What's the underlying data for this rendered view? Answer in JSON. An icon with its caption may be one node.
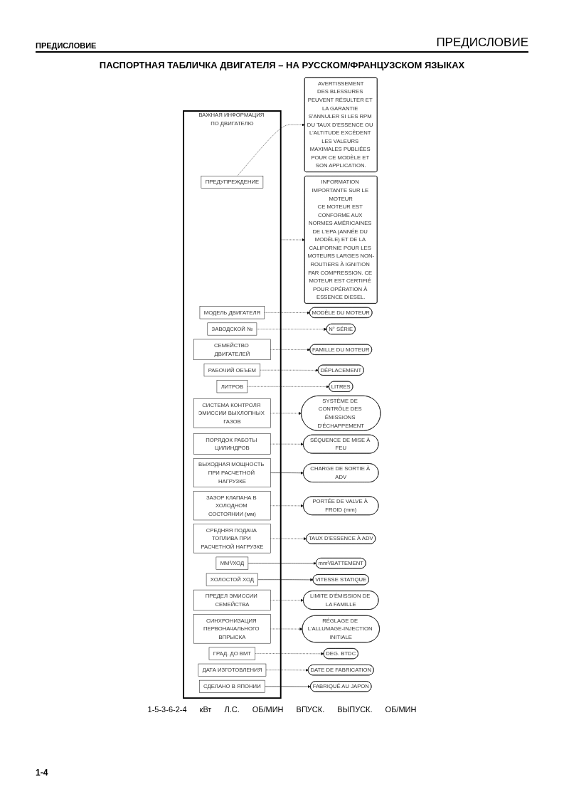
{
  "diagram": {
    "title": "ПАСПОРТНАЯ ТАБЛИЧКА ДВИГАТЕЛЯ – НА РУССКОМ/ФРАНЦУЗСКОМ ЯЗЫКАХ",
    "nodes": [
      {
        "text": [
          "AVERTISSEMENT",
          "DES BLESSURES PEUVENT RÉSULTER ET LA GARANTIE S'ANNULER SI LES RPM DU TAUX D'ESSENCE OU L'ALTITUDE EXCÈDENT LES VALEURS MAXIMALES PUBLIÉES POUR CE MODÈLE ET SON APPLICATION."
        ]
      },
      {
        "text": [
          "INFORMATION IMPORTANTE SUR LE MOTEUR",
          "CE MOTEUR EST CONFORME AUX NORMES AMÉRICAINES DE L'EPA (ANNÉE DU MODÈLE) ET DE LA CALIFORNIE POUR LES MOTEURS LARGES NON-ROUTIERS À IGNITION PAR COMPRESSION. CE MOTEUR EST CERTIFIÉ POUR OPÉRATION À ESSENCE DIESEL."
        ]
      },
      {
        "text": [
          "N° SÉRIE"
        ]
      },
      {
        "text": [
          "DÉPLACEMENT"
        ]
      },
      {
        "text": [
          "LITRES"
        ]
      },
      {
        "text": [
          "SÉQUENCE DE MISE À FEU"
        ]
      },
      {
        "text": [
          "mm³/BATTEMENT"
        ]
      },
      {
        "text": [
          "TAUX D'ESSENCE À ADV"
        ]
      },
      {
        "text": [
          "LIMITE D'ÉMISSION DE LA FAMILLE"
        ]
      },
      {
        "text": [
          "DATE DE FABRICATION"
        ]
      },
      {
        "text": [
          "ВАЖНАЯ ИНФОРМАЦИЯ ПО ДВИГАТЕЛЮ"
        ]
      },
      {
        "text": [
          "ПРЕДУПРЕЖДЕНИЕ"
        ],
        "in": 10
      },
      {
        "text": [
          "МОДЕЛЬ ДВИГАТЕЛЯ"
        ],
        "in": 10
      },
      {
        "text": [
          "ЗАВОДСКОЙ №"
        ],
        "in": 10
      },
      {
        "text": [
          "СЕМЕЙСТВО ДВИГАТЕЛЕЙ"
        ],
        "in": 10
      },
      {
        "text": [
          "РАБОЧИЙ ОБЪЕМ"
        ],
        "in": 10
      },
      {
        "text": [
          "ЛИТРОВ"
        ],
        "in": 10
      },
      {
        "text": [
          "СИСТЕМА КОНТРОЛЯ ЭМИССИИ ВЫХЛОПНЫХ ГАЗОВ"
        ],
        "in": 10
      },
      {
        "text": [
          "ПОРЯДОК РАБОТЫ ЦИЛИНДРОВ"
        ],
        "in": 10
      },
      {
        "text": [
          "ВЫХОДНАЯ МОЩНОСТЬ ПРИ РАСЧЕТНОЙ НАГРУЗКЕ"
        ],
        "in": 10
      },
      {
        "text": [
          "ЗАЗОР КЛАПАНА В ХОЛОДНОМ СОСТОЯНИИ (мм)"
        ],
        "in": 10
      },
      {
        "text": [
          "СРЕДНЯЯ ПОДАЧА ТОПЛИВА ПРИ РАСЧЕТНОЙ НАГРУЗКЕ"
        ],
        "in": 10
      },
      {
        "text": [
          "ММ³/ХОД"
        ],
        "in": 10
      },
      {
        "text": [
          "ХОЛОСТОЙ ХОД"
        ],
        "in": 10
      },
      {
        "text": [
          "ПРЕДЕЛ ЭМИССИИ СЕМЕЙСТВА"
        ],
        "in": 10
      },
      {
        "text": [
          "СИНХРОНИЗАЦИЯ ПЕРВОНАЧАЛЬНОГО ВПРЫСКА"
        ],
        "in": 10
      },
      {
        "text": [
          "ГРАД. ДО ВМТ"
        ],
        "in": 10
      },
      {
        "text": [
          "ДАТА ИЗГОТОВЛЕНИЯ"
        ],
        "in": 10
      },
      {
        "text": [
          "СДЕЛАНО В ЯПОНИИ"
        ],
        "in": 10
      },
      {
        "text": [
          "MODÈLE DU MOTEUR"
        ]
      },
      {
        "text": [
          "FAMILLE DU MOTEUR"
        ]
      },
      {
        "text": [
          "SYSTÈME DE CONTRÔLE DES ÉMISSIONS D'ÉCHAPPEMENT"
        ]
      },
      {
        "text": [
          "CHARGE DE SORTIE À ADV"
        ]
      },
      {
        "text": [
          "PORTÉE DE VALVE À FROID (mm)"
        ]
      },
      {
        "text": [
          "VITESSE STATIQUE"
        ]
      },
      {
        "text": [
          "RÉGLAGE DE L'ALLUMAGE-INJECTION INITIALE"
        ]
      },
      {
        "text": [
          "DEG. BTDC"
        ]
      },
      {
        "text": [
          "FABRIQUÉ AU JAPON"
        ]
      }
    ],
    "edges": [
      {
        "from": 11,
        "to": 0,
        "arrow": "to",
        "style": "dashed"
      },
      {
        "from": 10,
        "to": 1,
        "arrow": "to",
        "style": "dashed"
      },
      {
        "from": 13,
        "to": 2,
        "arrow": "to",
        "style": "dashed"
      },
      {
        "from": 15,
        "to": 3,
        "arrow": "to",
        "style": "dashed"
      },
      {
        "from": 16,
        "to": 4,
        "arrow": "to",
        "style": "dashed"
      },
      {
        "from": 18,
        "to": 5,
        "arrow": "to",
        "style": "dashed"
      },
      {
        "from": 22,
        "to": 6,
        "arrow": "to"
      },
      {
        "from": 21,
        "to": 7,
        "arrow": "to",
        "style": "dashed"
      },
      {
        "from": 24,
        "to": 8,
        "arrow": "to",
        "style": "dashed"
      },
      {
        "from": 27,
        "to": 9,
        "arrow": "to",
        "style": "dashed"
      },
      {
        "from": 12,
        "to": 29,
        "arrow": "to",
        "style": "dashed"
      },
      {
        "from": 14,
        "to": 30,
        "arrow": "to",
        "style": "dashed"
      },
      {
        "from": 17,
        "to": 31,
        "arrow": "to",
        "style": "dashed"
      },
      {
        "from": 19,
        "to": 32,
        "arrow": "to"
      },
      {
        "from": 20,
        "to": 33,
        "arrow": "to",
        "style": "dashed"
      },
      {
        "from": 23,
        "to": 34,
        "arrow": "to"
      },
      {
        "from": 25,
        "to": 35,
        "arrow": "to",
        "style": "dashed"
      },
      {
        "from": 26,
        "to": 36,
        "arrow": "to",
        "style": "dashed"
      },
      {
        "from": 28,
        "to": 37,
        "arrow": "to"
      }
    ],
    "labels": [
      "ПРЕДИСЛОВИЕ",
      "ПРЕДИСЛОВИЕ",
      "1-5-3-6-2-4",
      "кВт",
      "Л.С.",
      "ОБ/МИН",
      "ВПУСК.",
      "ВЫПУСК.",
      "ОБ/МИН",
      "1-4"
    ]
  }
}
